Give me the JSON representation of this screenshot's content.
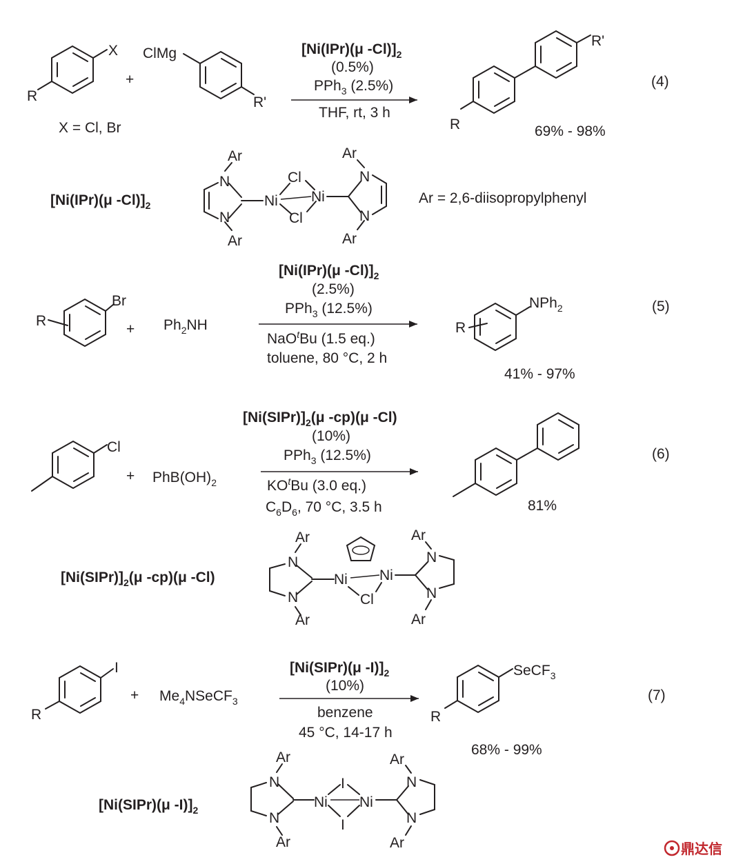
{
  "reactions": [
    {
      "number": "(4)",
      "reactant1": {
        "sub_x": "X",
        "sub_r": "R"
      },
      "plus": "+",
      "reactant2": {
        "clmg": "ClMg",
        "sub_r": "R'"
      },
      "x_note": "X = Cl, Br",
      "conditions": {
        "catalyst": "[Ni(IPr)(μ -Cl)]",
        "catalyst_sub": "2",
        "loading": "(0.5%)",
        "ligand_a": "PPh",
        "ligand_sub": "3",
        "ligand_b": " (2.5%)",
        "solvent": "THF, rt, 3 h"
      },
      "product": {
        "sub_r": "R",
        "sub_r2": "R'"
      },
      "yield": "69% - 98%",
      "catalyst_structure": {
        "name": "[Ni(IPr)(μ -Cl)]",
        "name_sub": "2",
        "ar": "Ar",
        "n": "N",
        "ni": "Ni",
        "cl": "Cl",
        "ar_def": "Ar = 2,6-diisopropylphenyl"
      }
    },
    {
      "number": "(5)",
      "reactant1": {
        "sub_br": "Br",
        "sub_r": "R"
      },
      "plus": "+",
      "reactant2": {
        "a": "Ph",
        "sub": "2",
        "b": "NH"
      },
      "conditions": {
        "catalyst": "[Ni(IPr)(μ -Cl)]",
        "catalyst_sub": "2",
        "loading": "(2.5%)",
        "ligand_a": "PPh",
        "ligand_sub": "3",
        "ligand_b": " (12.5%)",
        "base_a": "NaO",
        "base_sup": "t",
        "base_b": "Bu (1.5 eq.)",
        "solvent": "toluene, 80 °C, 2 h"
      },
      "product": {
        "sub_r": "R",
        "a": "NPh",
        "sub": "2"
      },
      "yield": "41% - 97%"
    },
    {
      "number": "(6)",
      "reactant1": {
        "sub_cl": "Cl"
      },
      "plus": "+",
      "reactant2": {
        "a": "PhB(OH)",
        "sub": "2"
      },
      "conditions": {
        "cat_a": "[Ni(SIPr)]",
        "cat_sub": "2",
        "cat_b": "(μ -cp)(μ -Cl)",
        "loading": "(10%)",
        "ligand_a": "PPh",
        "ligand_sub": "3",
        "ligand_b": " (12.5%)",
        "base_a": "KO",
        "base_sup": "t",
        "base_b": "Bu (3.0 eq.)",
        "solv_a": "C",
        "solv_sub1": "6",
        "solv_b": "D",
        "solv_sub2": "6",
        "solv_c": ", 70 °C, 3.5 h"
      },
      "yield": "81%",
      "catalyst_structure": {
        "name_a": "[Ni(SIPr)]",
        "name_sub": "2",
        "name_b": "(μ -cp)(μ -Cl)",
        "ar": "Ar",
        "n": "N",
        "ni": "Ni",
        "cl": "Cl"
      }
    },
    {
      "number": "(7)",
      "reactant1": {
        "sub_i": "I",
        "sub_r": "R"
      },
      "plus": "+",
      "reactant2": {
        "a": "Me",
        "sub1": "4",
        "b": "NSeCF",
        "sub2": "3"
      },
      "conditions": {
        "catalyst": "[Ni(SIPr)(μ -I)]",
        "catalyst_sub": "2",
        "loading": "(10%)",
        "solvent": "benzene",
        "temp": "45 °C, 14-17 h"
      },
      "product": {
        "sub_r": "R",
        "a": "SeCF",
        "sub": "3"
      },
      "yield": "68% - 99%",
      "catalyst_structure": {
        "name": "[Ni(SIPr)(μ -I)]",
        "name_sub": "2",
        "ar": "Ar",
        "n": "N",
        "ni": "Ni",
        "i": "I"
      }
    }
  ],
  "watermark": "鼎达信",
  "colors": {
    "ink": "#231f20",
    "watermark": "#c1272d"
  }
}
